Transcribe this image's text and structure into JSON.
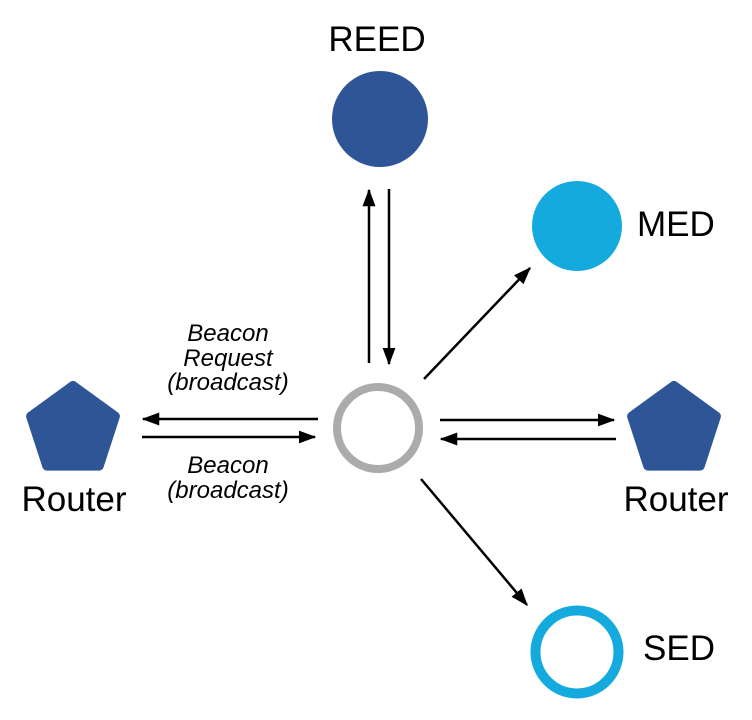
{
  "colors": {
    "blue": "#2E5697",
    "cyan": "#14AADE",
    "gray": "#ABABAB",
    "arrow": "#000000",
    "text": "#000000",
    "background": "#FFFFFF"
  },
  "nodes": {
    "reed": {
      "label": "REED",
      "shape": "circle-filled"
    },
    "med": {
      "label": "MED",
      "shape": "circle-filled"
    },
    "sed": {
      "label": "SED",
      "shape": "circle-outline"
    },
    "router_left": {
      "label": "Router",
      "shape": "pentagon"
    },
    "router_right": {
      "label": "Router",
      "shape": "pentagon"
    },
    "center": {
      "label": "",
      "shape": "circle-outline"
    }
  },
  "edges": [
    {
      "from": "center",
      "to": "reed",
      "label": ""
    },
    {
      "from": "reed",
      "to": "center",
      "label": ""
    },
    {
      "from": "center",
      "to": "med",
      "label": ""
    },
    {
      "from": "center",
      "to": "router_right",
      "label": ""
    },
    {
      "from": "router_right",
      "to": "center",
      "label": ""
    },
    {
      "from": "center",
      "to": "router_left",
      "label": "Beacon\nRequest\n(broadcast)"
    },
    {
      "from": "router_left",
      "to": "center",
      "label": "Beacon\n(broadcast)"
    },
    {
      "from": "center",
      "to": "sed",
      "label": ""
    }
  ]
}
